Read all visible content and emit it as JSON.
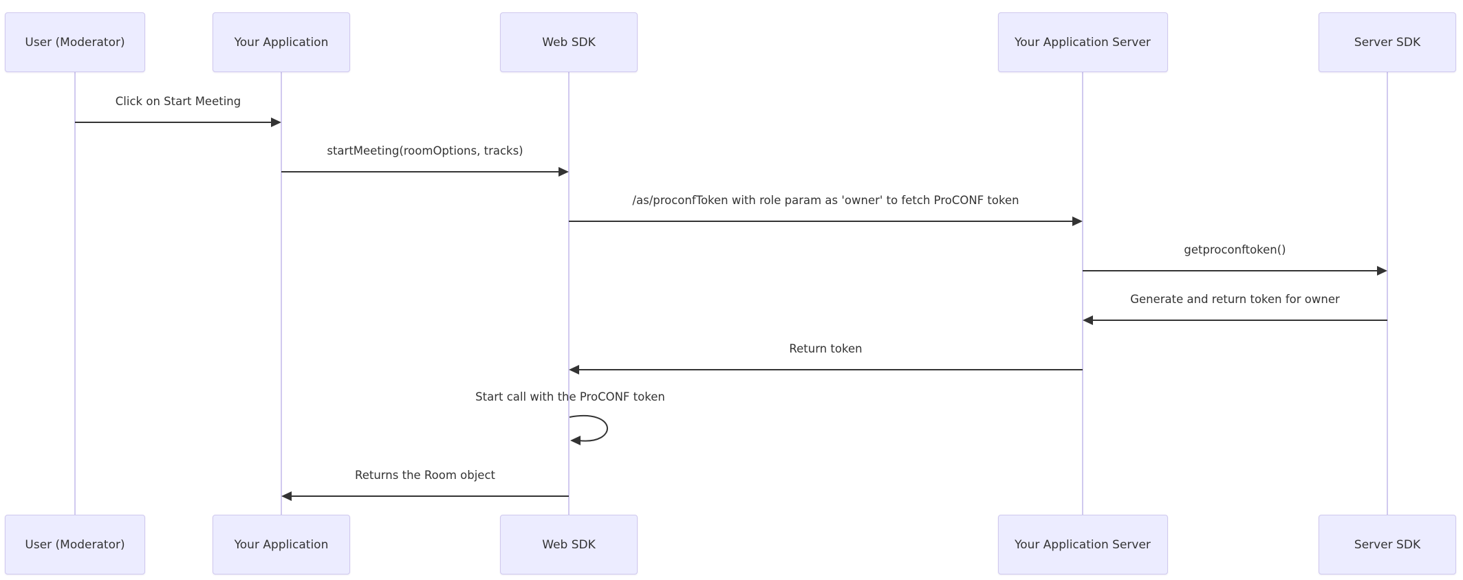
{
  "diagram": {
    "type": "sequence-diagram",
    "actors": [
      {
        "id": "user-moderator",
        "label": "User (Moderator)"
      },
      {
        "id": "your-application",
        "label": "Your Application"
      },
      {
        "id": "web-sdk",
        "label": "Web SDK"
      },
      {
        "id": "your-application-server",
        "label": "Your Application Server"
      },
      {
        "id": "server-sdk",
        "label": "Server SDK"
      }
    ],
    "messages": [
      {
        "text": "Click on Start Meeting",
        "from": "user-moderator",
        "to": "your-application",
        "arrow": "solid"
      },
      {
        "text": "startMeeting(roomOptions, tracks)",
        "from": "your-application",
        "to": "web-sdk",
        "arrow": "solid"
      },
      {
        "text": "/as/proconfToken with role param as 'owner' to fetch ProCONF token",
        "from": "web-sdk",
        "to": "your-application-server",
        "arrow": "solid"
      },
      {
        "text": "getproconftoken()",
        "from": "your-application-server",
        "to": "server-sdk",
        "arrow": "solid"
      },
      {
        "text": "Generate and return token for owner",
        "from": "server-sdk",
        "to": "your-application-server",
        "arrow": "solid"
      },
      {
        "text": "Return token",
        "from": "your-application-server",
        "to": "web-sdk",
        "arrow": "solid"
      },
      {
        "text": "Start call with the ProCONF token",
        "from": "web-sdk",
        "to": "web-sdk",
        "arrow": "self"
      },
      {
        "text": "Returns the Room object",
        "from": "web-sdk",
        "to": "your-application",
        "arrow": "solid"
      }
    ],
    "colors": {
      "background": "#FFFFFF",
      "actor_fill": "#ECECFF",
      "actor_border": "#CFC8EE",
      "lifeline": "#D0C9EF",
      "arrow": "#333333",
      "text": "#333333"
    }
  }
}
